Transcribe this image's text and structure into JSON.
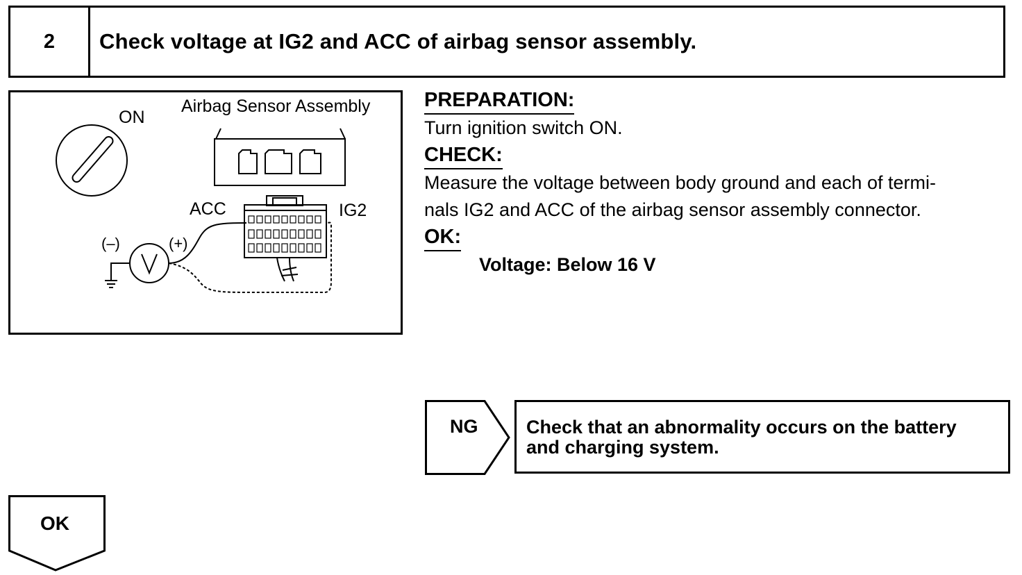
{
  "header": {
    "step_number": "2",
    "title": "Check voltage at IG2 and ACC of airbag sensor assembly."
  },
  "figure": {
    "label_on": "ON",
    "label_assembly": "Airbag Sensor Assembly",
    "label_acc": "ACC",
    "label_ig2": "IG2",
    "label_minus": "(–)",
    "label_plus": "(+)",
    "meter_symbol": "V"
  },
  "procedure": {
    "preparation_heading": "PREPARATION:",
    "preparation_text": "Turn ignition switch ON.",
    "check_heading": "CHECK:",
    "check_text_line1": "Measure the voltage between body ground and each of termi-",
    "check_text_line2": "nals IG2 and ACC of the airbag sensor assembly connector.",
    "ok_heading": "OK:",
    "ok_spec": "Voltage: Below 16 V"
  },
  "result_ng": {
    "tag": "NG",
    "line1": "Check that an abnormality occurs on the battery",
    "line2": "and charging system."
  },
  "result_ok": {
    "tag": "OK"
  }
}
